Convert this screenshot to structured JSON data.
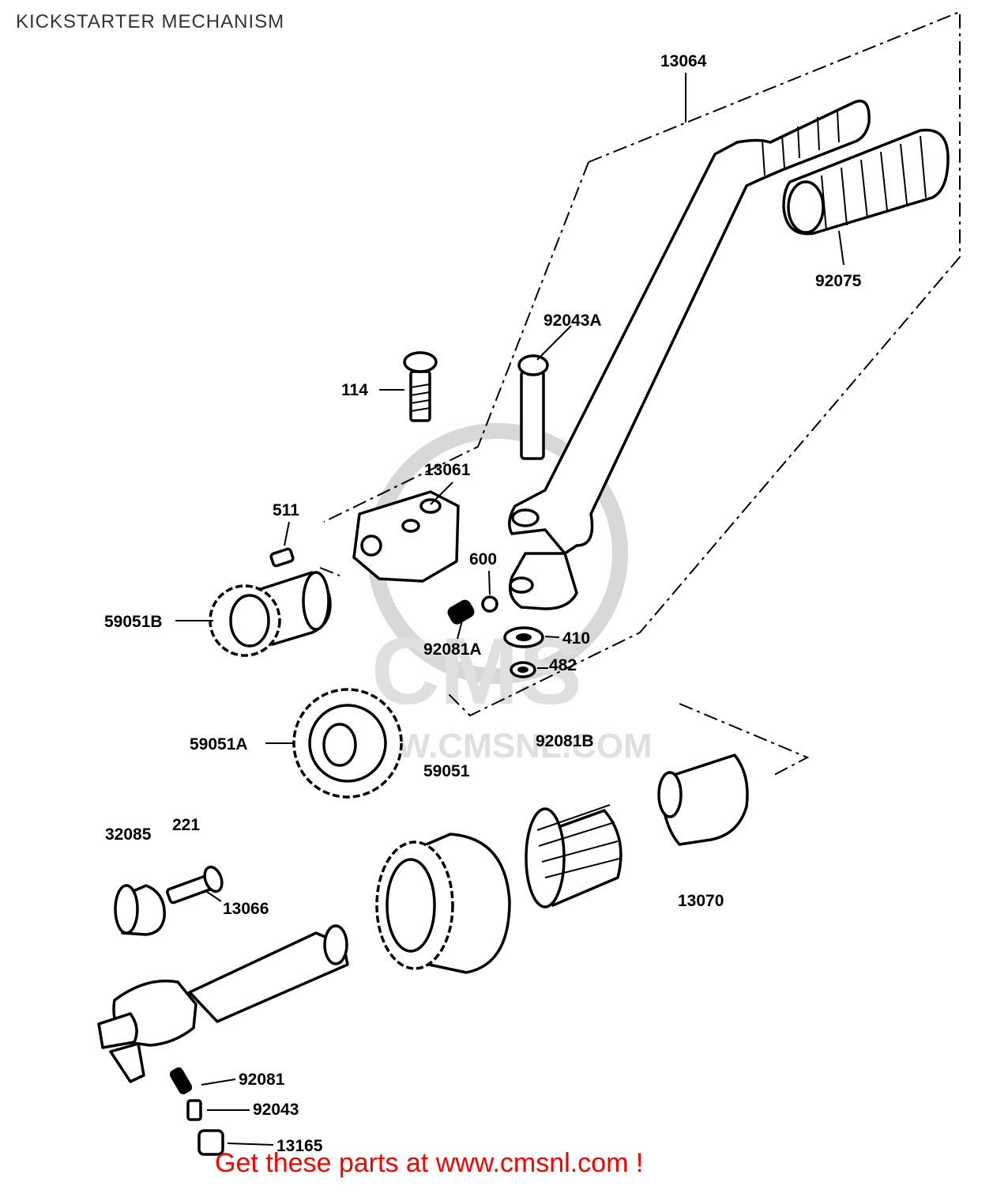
{
  "page": {
    "title": "KICKSTARTER MECHANISM",
    "footer_link": "Get these parts at www.cmsnl.com !"
  },
  "watermark": {
    "logo_text": "CMS",
    "url_text": "WWW.CMSNL.COM"
  },
  "parts": {
    "p13064": "13064",
    "p92075": "92075",
    "p92043A": "92043A",
    "p114": "114",
    "p13061": "13061",
    "p511": "511",
    "p600": "600",
    "p59051B": "59051B",
    "p92081A": "92081A",
    "p410": "410",
    "p482": "482",
    "p59051A": "59051A",
    "p92081B": "92081B",
    "p59051": "59051",
    "p32085": "32085",
    "p221": "221",
    "p13066": "13066",
    "p13070": "13070",
    "p92081": "92081",
    "p92043": "92043",
    "p13165": "13165"
  }
}
